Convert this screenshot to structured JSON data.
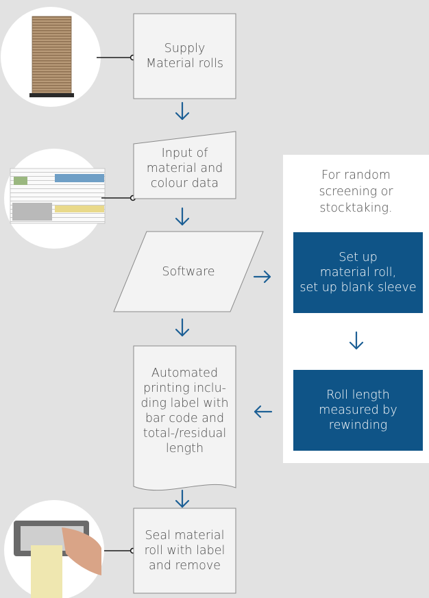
{
  "steps": {
    "supply": "Supply\nMaterial rolls",
    "input": "Input of\nmaterial and\ncolour data",
    "software": "Software",
    "printing": "Automated\nprinting inclu-\nding label with\nbar code and\ntotal-/residual\nlength",
    "seal": "Seal material\nroll with label\nand remove"
  },
  "side_panel": {
    "note": "For random\nscreening or\nstocktaking.",
    "setup": "Set up\nmaterial roll,\nset up blank sleeve",
    "measure": "Roll length\nmeasured by\nrewinding"
  },
  "colors": {
    "accent": "#0f5487",
    "arrow": "#1c5f95",
    "background": "#e2e2e2",
    "shape_fill": "#f3f3f3",
    "shape_stroke": "#8a8a8a"
  }
}
